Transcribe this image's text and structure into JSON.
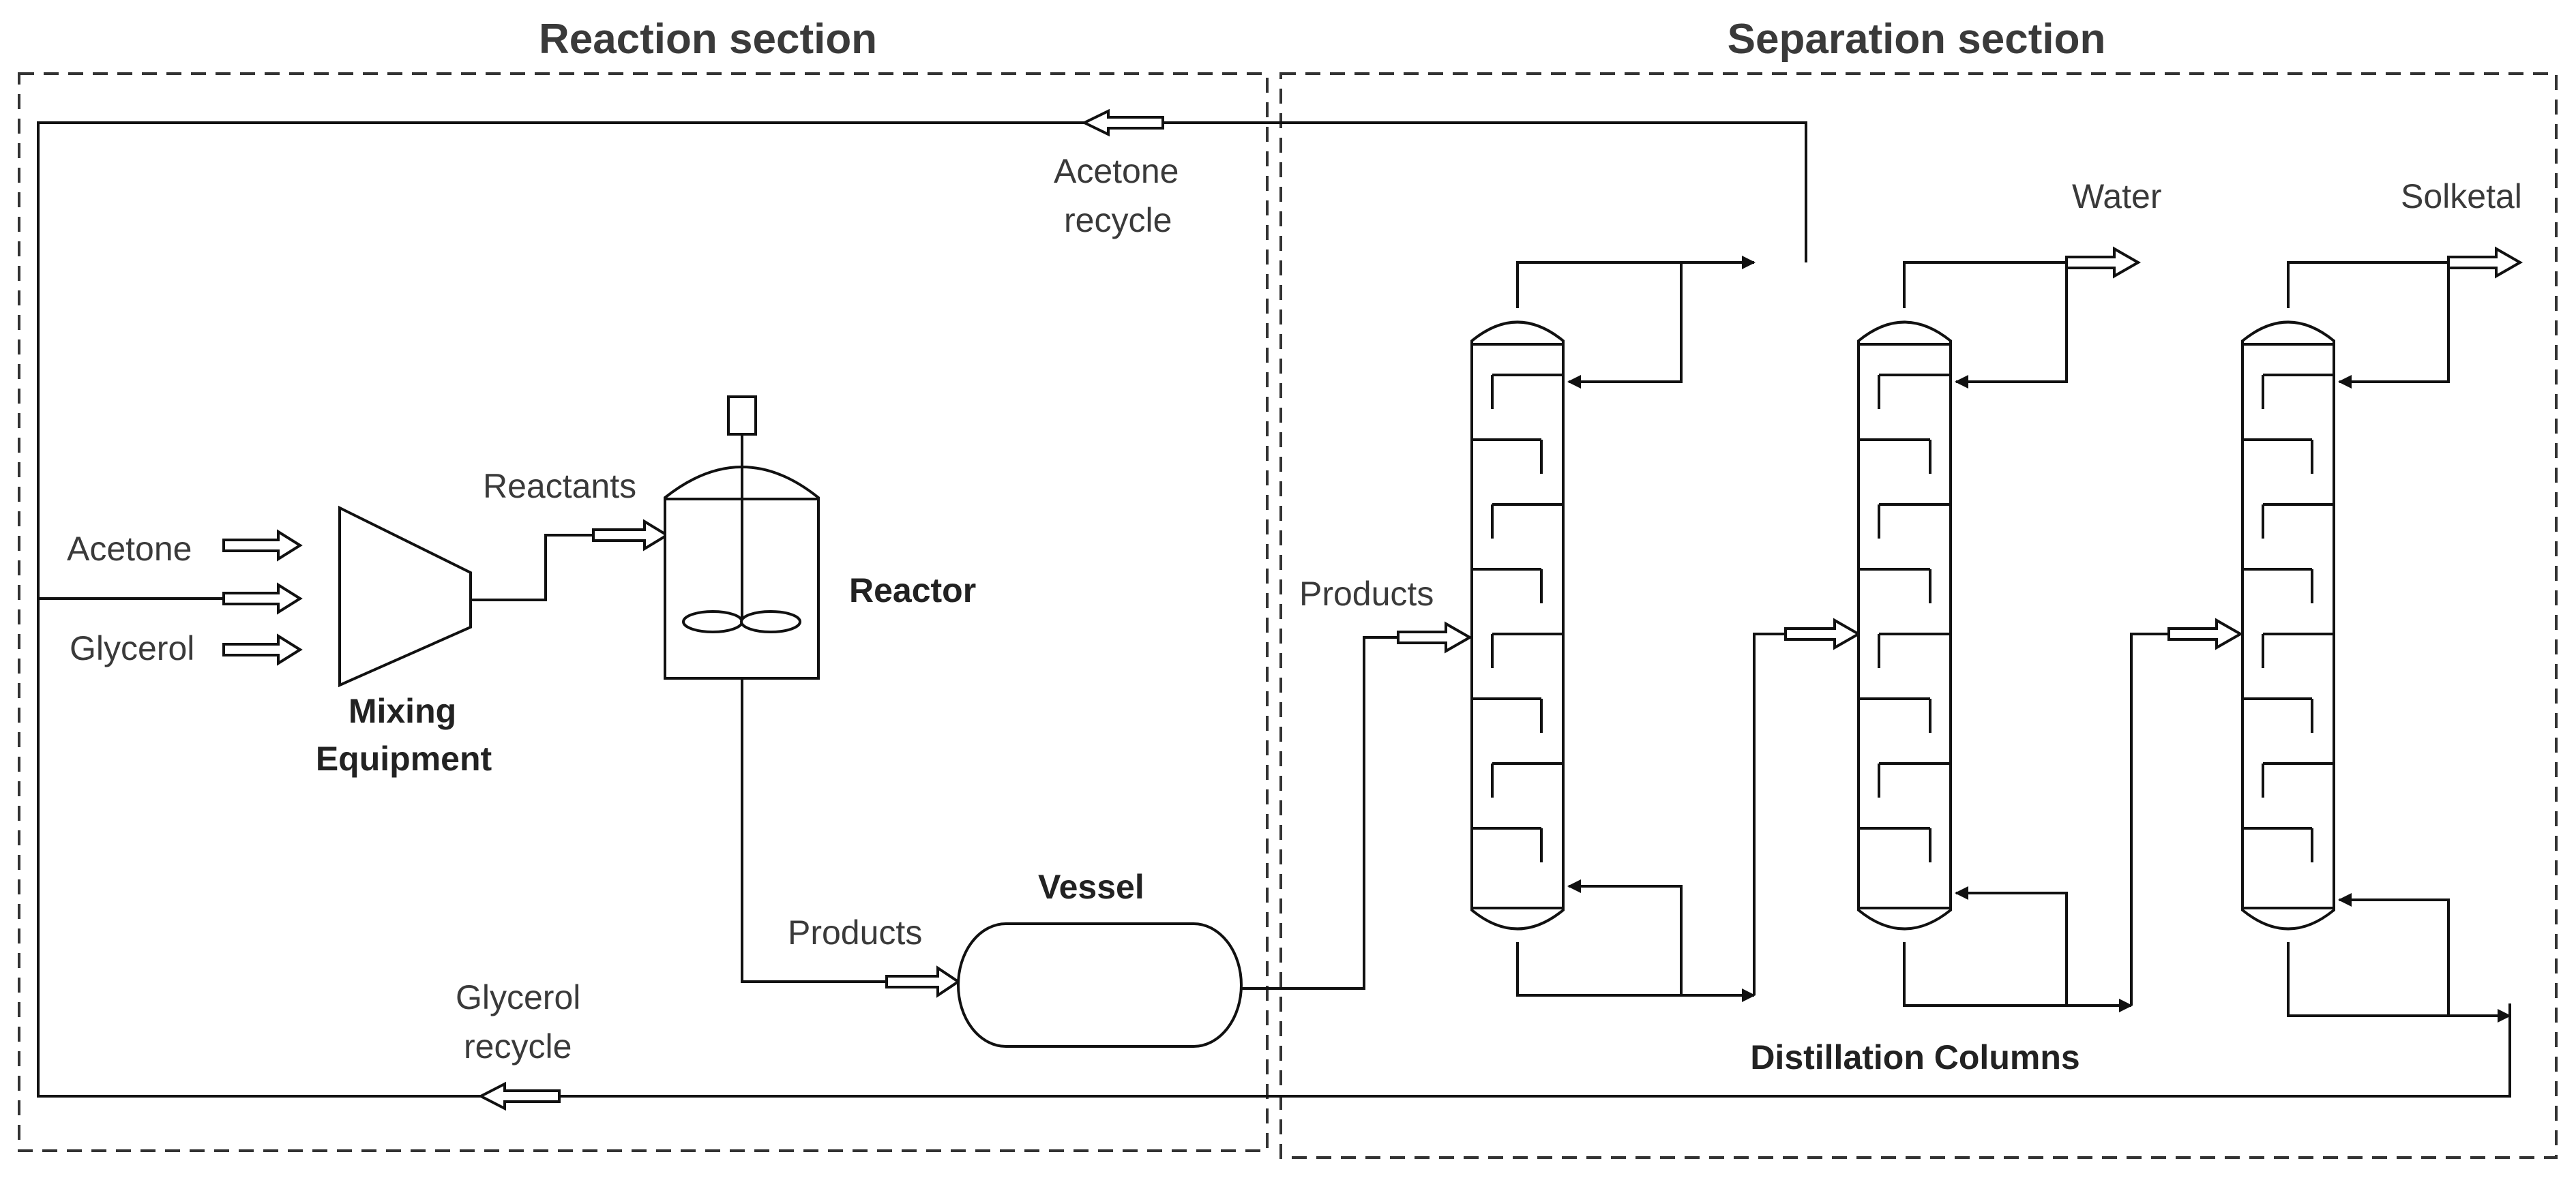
{
  "sections": {
    "reaction": "Reaction section",
    "separation": "Separation section"
  },
  "streams": {
    "acetone_recycle": [
      "Acetone",
      "recycle"
    ],
    "glycerol_recycle": [
      "Glycerol",
      "recycle"
    ],
    "acetone_feed": "Acetone",
    "glycerol_feed": "Glycerol",
    "reactants": "Reactants",
    "products_to_vessel": "Products",
    "products_to_columns": "Products",
    "water": "Water",
    "solketal": "Solketal"
  },
  "equipment": {
    "mixer": [
      "Mixing",
      "Equipment"
    ],
    "reactor": "Reactor",
    "vessel": "Vessel",
    "columns": "Distillation Columns"
  },
  "colors": {
    "line": "#111111",
    "text": "#3a3a3a",
    "background": "#ffffff"
  }
}
